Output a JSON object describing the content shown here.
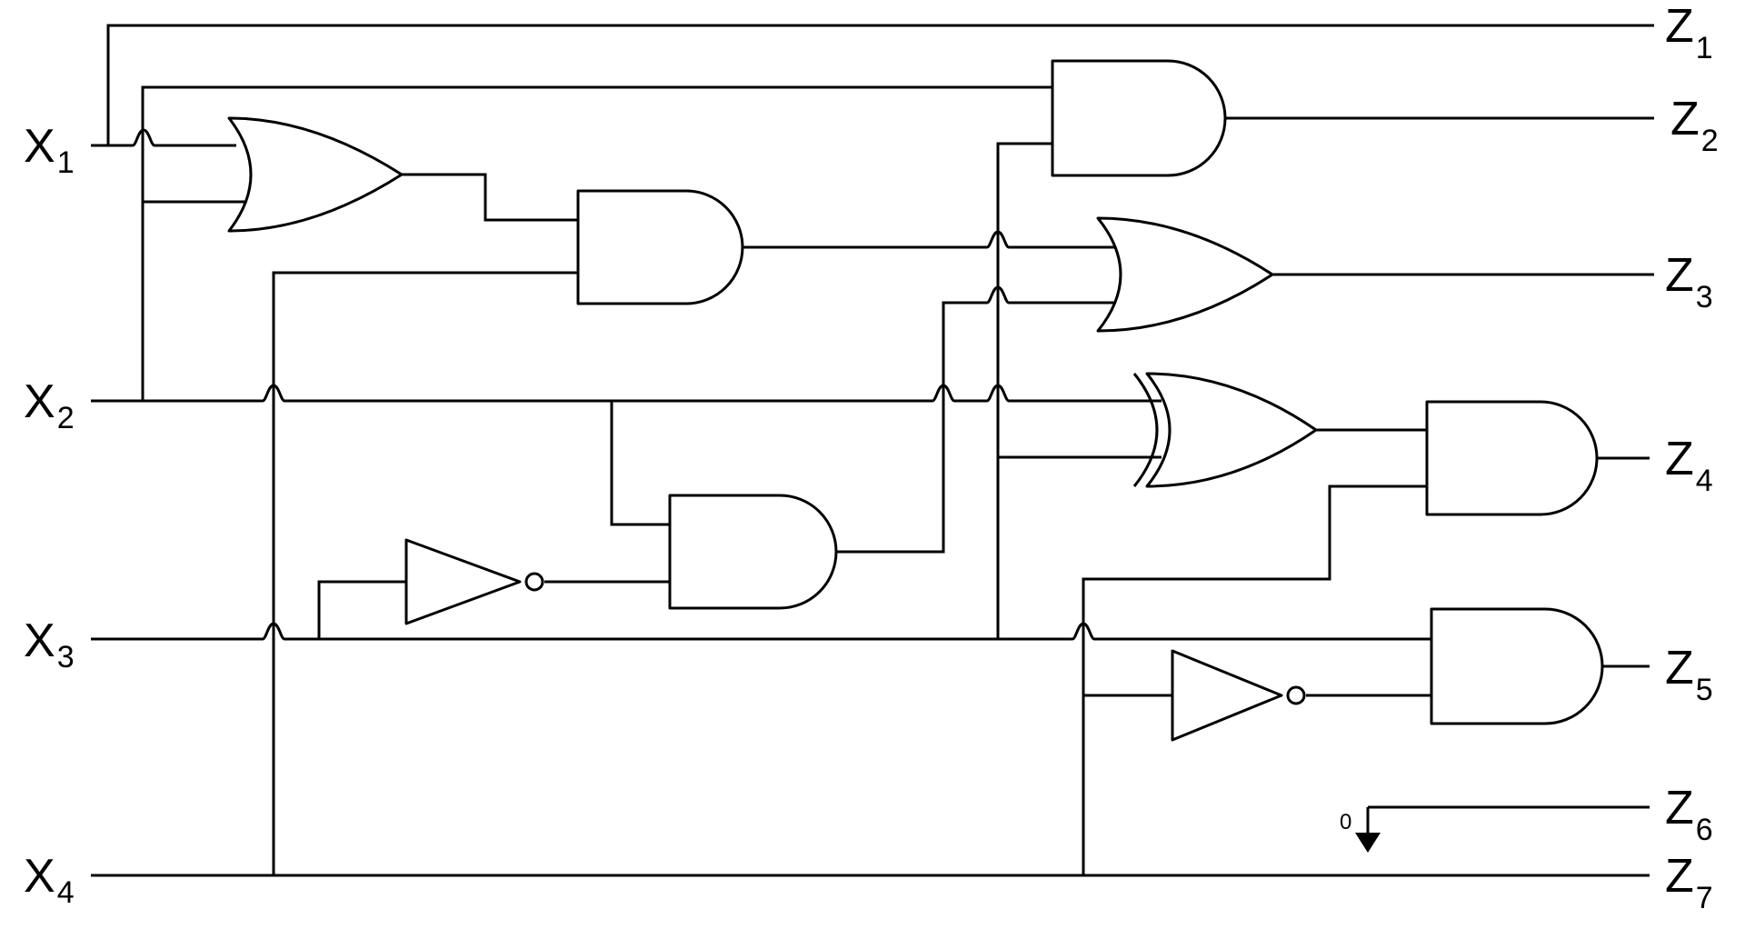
{
  "inputs": [
    {
      "letter": "X",
      "index": "1"
    },
    {
      "letter": "X",
      "index": "2"
    },
    {
      "letter": "X",
      "index": "3"
    },
    {
      "letter": "X",
      "index": "4"
    }
  ],
  "outputs": [
    {
      "letter": "Z",
      "index": "1"
    },
    {
      "letter": "Z",
      "index": "2"
    },
    {
      "letter": "Z",
      "index": "3"
    },
    {
      "letter": "Z",
      "index": "4"
    },
    {
      "letter": "Z",
      "index": "5"
    },
    {
      "letter": "Z",
      "index": "6"
    },
    {
      "letter": "Z",
      "index": "7"
    }
  ],
  "ground_constant": "0",
  "colors": {
    "line": "#000000",
    "background": "#ffffff"
  },
  "gates": [
    {
      "type": "OR"
    },
    {
      "type": "AND"
    },
    {
      "type": "NOT"
    },
    {
      "type": "AND"
    },
    {
      "type": "AND"
    },
    {
      "type": "OR"
    },
    {
      "type": "XOR"
    },
    {
      "type": "AND"
    },
    {
      "type": "NOT"
    },
    {
      "type": "AND"
    }
  ]
}
